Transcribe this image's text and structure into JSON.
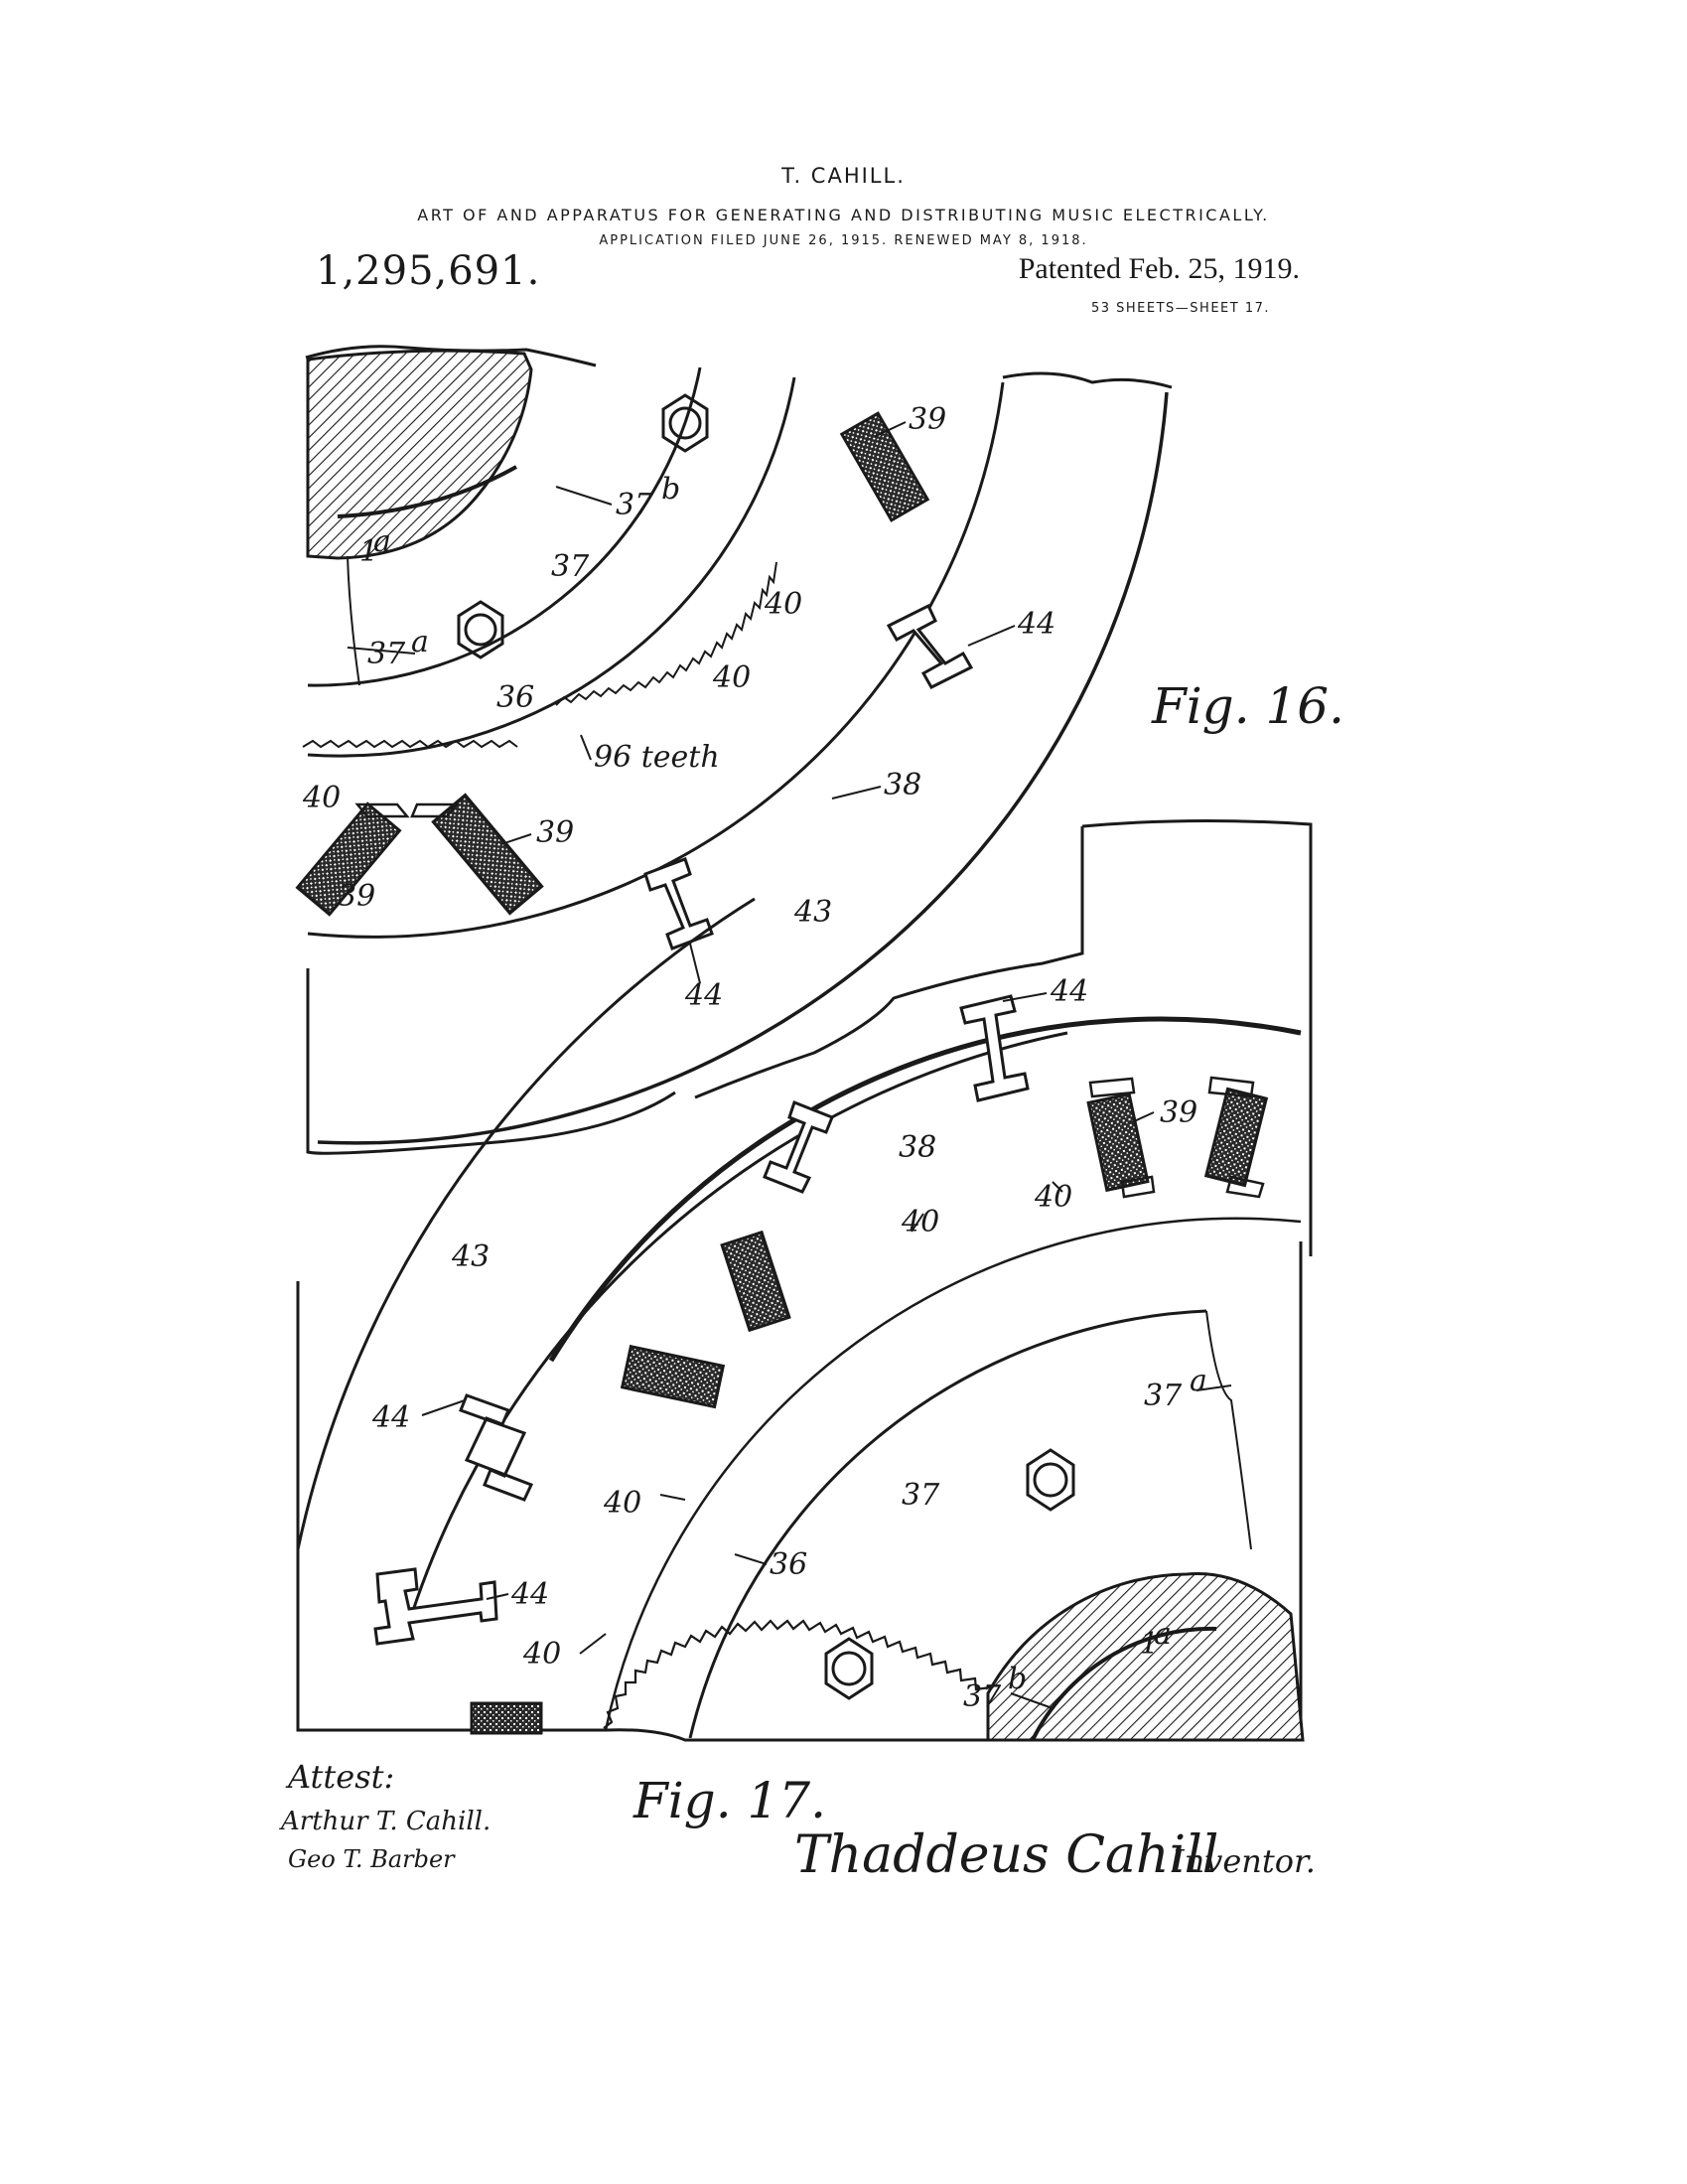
{
  "header": {
    "inventor": "T. CAHILL.",
    "title": "ART OF AND APPARATUS FOR GENERATING AND DISTRIBUTING MUSIC ELECTRICALLY.",
    "application": "APPLICATION FILED JUNE 26, 1915. RENEWED MAY 8, 1918.",
    "patent_number": "1,295,691.",
    "patented": "Patented Feb. 25, 1919.",
    "sheets": "53 SHEETS—SHEET 17."
  },
  "figures": {
    "fig16": {
      "caption": "Fig. 16.",
      "labels": {
        "l39_top": "39",
        "l37b": "37",
        "l37b_sup": "b",
        "l1a": "1",
        "l1a_sup": "a",
        "l37": "37",
        "l40_a": "40",
        "l44_a": "44",
        "l37a": "37",
        "l37a_sup": "a",
        "l40_b": "40",
        "l36": "36",
        "l96": "96 teeth",
        "l38": "38",
        "l40_c": "40",
        "l39_b": "39",
        "l39_c": "39",
        "l43": "43",
        "l44_b": "44"
      }
    },
    "fig17": {
      "caption": "Fig. 17.",
      "labels": {
        "l44_a": "44",
        "l39": "39",
        "l38": "38",
        "l40_a": "40",
        "l40_b": "40",
        "l43": "43",
        "l37a": "37",
        "l37a_sup": "a",
        "l44_b": "44",
        "l37": "37",
        "l40_c": "40",
        "l36": "36",
        "l44_c": "44",
        "l40_d": "40",
        "l1a": "1",
        "l1a_sup": "a",
        "l37b": "37",
        "l37b_sup": "b"
      }
    }
  },
  "signatures": {
    "attest_label": "Attest:",
    "witness_1": "Arthur T. Cahill.",
    "witness_2": "Geo T. Barber",
    "inventor_signature": "Thaddeus Cahill",
    "inventor_label": "Inventor."
  },
  "colors": {
    "ink": "#1a1a1a",
    "paper": "#ffffff"
  }
}
